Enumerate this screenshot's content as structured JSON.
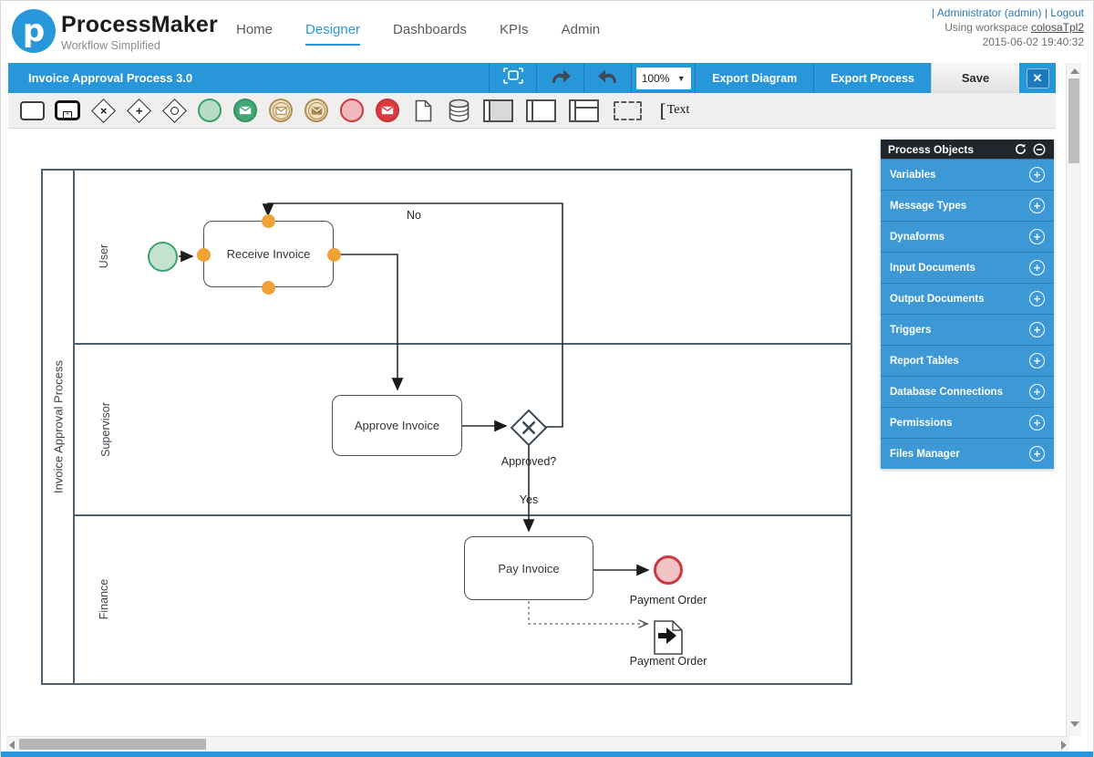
{
  "header": {
    "brand": {
      "name": "ProcessMaker",
      "tagline": "Workflow Simplified",
      "logo_letter": "p"
    },
    "nav": [
      {
        "label": "Home"
      },
      {
        "label": "Designer",
        "active": true
      },
      {
        "label": "Dashboards"
      },
      {
        "label": "KPIs"
      },
      {
        "label": "Admin"
      }
    ],
    "user": {
      "sep1": "|",
      "admin_link": "Administrator (admin)",
      "sep2": "|",
      "logout_link": "Logout",
      "workspace_prefix": "Using workspace",
      "workspace_name": "colosaTpl2",
      "timestamp": "2015-06-02 19:40:32"
    }
  },
  "toolbar": {
    "title": "Invoice Approval Process 3.0",
    "zoom_value": "100%",
    "export_diagram_label": "Export Diagram",
    "export_process_label": "Export Process",
    "save_label": "Save",
    "icons": [
      "fullscreen",
      "redo-arrow",
      "undo-arrow",
      "close"
    ]
  },
  "palette": {
    "text_tool_label": "Text",
    "tools": [
      "task",
      "sub-process",
      "exclusive-gateway",
      "parallel-gateway",
      "inclusive-gateway",
      "start-event",
      "message-start-event",
      "intermediate-message-catch-event",
      "intermediate-message-throw-event",
      "end-event",
      "message-end-event",
      "data-object",
      "data-store",
      "pool",
      "lane",
      "horizontal-lanes",
      "group",
      "text-annotation"
    ]
  },
  "process_objects": {
    "title": "Process Objects",
    "header_icons": [
      "refresh",
      "collapse"
    ],
    "items": [
      {
        "label": "Variables"
      },
      {
        "label": "Message Types"
      },
      {
        "label": "Dynaforms"
      },
      {
        "label": "Input Documents"
      },
      {
        "label": "Output Documents"
      },
      {
        "label": "Triggers"
      },
      {
        "label": "Report Tables"
      },
      {
        "label": "Database Connections"
      },
      {
        "label": "Permissions"
      },
      {
        "label": "Files Manager"
      }
    ]
  },
  "diagram": {
    "pool_label": "Invoice Approval Process",
    "lanes": [
      {
        "label": "User"
      },
      {
        "label": "Supervisor"
      },
      {
        "label": "Finance"
      }
    ],
    "tasks": {
      "receive": "Receive Invoice",
      "approve": "Approve Invoice",
      "pay": "Pay Invoice"
    },
    "gateway": {
      "label": "Approved?"
    },
    "edge_labels": {
      "no": "No",
      "yes": "Yes"
    },
    "end_event_label": "Payment Order",
    "data_object_label": "Payment Order"
  },
  "colors": {
    "accent": "#2897d9",
    "panel_blue": "#3d99d6",
    "panel_header": "#20262b",
    "green": "#3ba36a",
    "red": "#ce383e",
    "orange": "#f2a135"
  }
}
